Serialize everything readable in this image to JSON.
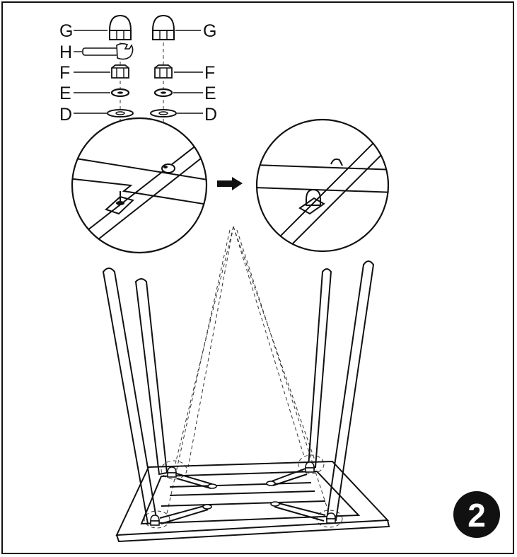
{
  "step": {
    "number": "2"
  },
  "parts": {
    "left": [
      {
        "letter": "G"
      },
      {
        "letter": "H"
      },
      {
        "letter": "F"
      },
      {
        "letter": "E"
      },
      {
        "letter": "D"
      }
    ],
    "right": [
      {
        "letter": "G"
      },
      {
        "letter": "F"
      },
      {
        "letter": "E"
      },
      {
        "letter": "D"
      }
    ]
  },
  "icons": {
    "cap_nut": "cap-nut-icon",
    "wrench": "wrench-icon",
    "hex_nut": "hex-nut-icon",
    "spring_washer": "spring-washer-icon",
    "flat_washer": "flat-washer-icon",
    "arrow": "arrow-right-icon"
  },
  "colors": {
    "ink": "#111111",
    "paper": "#ffffff"
  }
}
